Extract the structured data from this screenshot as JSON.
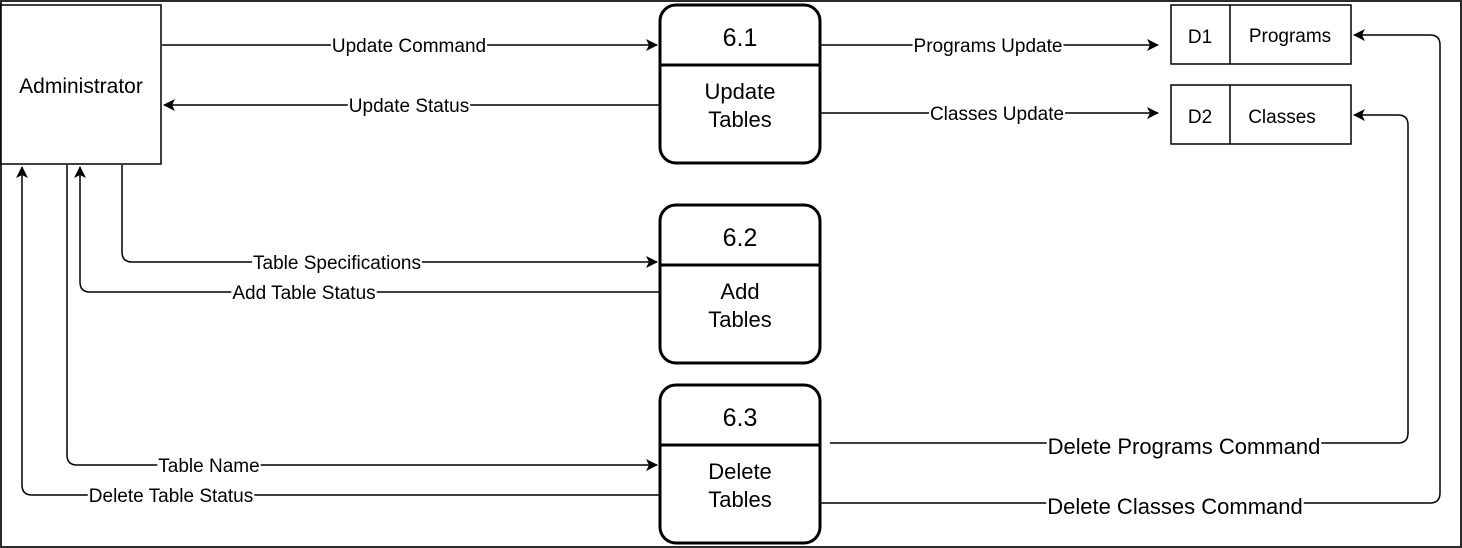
{
  "entity": {
    "name": "Administrator"
  },
  "processes": [
    {
      "id": "6.1",
      "name_line1": "Update",
      "name_line2": "Tables"
    },
    {
      "id": "6.2",
      "name_line1": "Add",
      "name_line2": "Tables"
    },
    {
      "id": "6.3",
      "name_line1": "Delete",
      "name_line2": "Tables"
    }
  ],
  "datastores": [
    {
      "id": "D1",
      "name": "Programs"
    },
    {
      "id": "D2",
      "name": "Classes"
    }
  ],
  "flows": {
    "update_command": "Update Command",
    "update_status": "Update Status",
    "programs_update": "Programs Update",
    "classes_update": "Classes Update",
    "table_specifications": "Table Specifications",
    "add_table_status": "Add Table Status",
    "table_name": "Table Name",
    "delete_table_status": "Delete Table Status",
    "delete_programs_command": "Delete Programs Command",
    "delete_classes_command": "Delete Classes Command"
  }
}
